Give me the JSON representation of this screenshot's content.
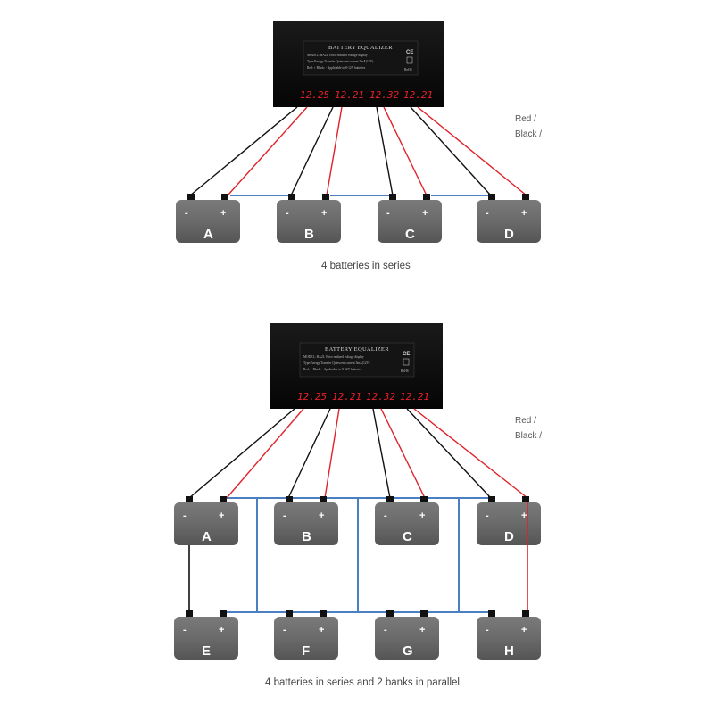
{
  "device": {
    "title": "BATTERY EQUALIZER",
    "line1": "MODEL: HA2L   Voice realized voltage display",
    "line2": "Type:Energy Transfer   Quiescent current 5mA(12V)",
    "line3": "Red: +   Black: -          Applicable to 8-12V batteries",
    "ce_mark": "CE",
    "rohs": "RoHS",
    "readings": [
      "12.25",
      "12.21",
      "12.32",
      "12.21"
    ]
  },
  "legend": {
    "red": "Red /",
    "black": "Black /"
  },
  "diagram1": {
    "batteries": [
      "A",
      "B",
      "C",
      "D"
    ],
    "caption": "4 batteries in series"
  },
  "diagram2": {
    "top_batteries": [
      "A",
      "B",
      "C",
      "D"
    ],
    "bottom_batteries": [
      "E",
      "F",
      "G",
      "H"
    ],
    "caption": "4 batteries in series and 2 banks in parallel"
  },
  "signs": {
    "neg": "-",
    "pos": "+"
  },
  "colors": {
    "red_wire": "#e0222b",
    "black_wire": "#111111",
    "link": "#4a7fc1",
    "battery": "#6a6a6a",
    "device": "#0c0c0c"
  }
}
